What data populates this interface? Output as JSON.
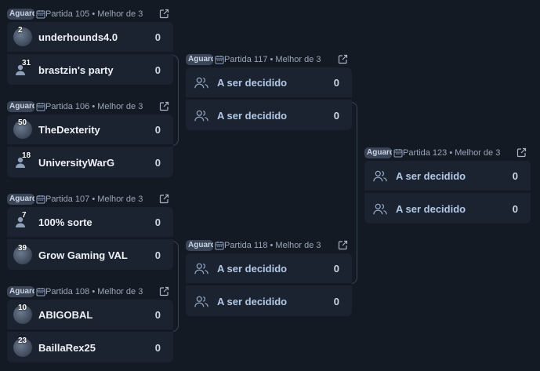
{
  "round1": [
    {
      "badge": "Aguardando",
      "label": "Partida 105 • Melhor de 3",
      "teams": [
        {
          "name": "underhounds4.0",
          "seed": "2",
          "score": "0",
          "avatar": "logo"
        },
        {
          "name": "brastzin's party",
          "seed": "31",
          "score": "0",
          "avatar": "user-icon"
        }
      ]
    },
    {
      "badge": "Aguardando",
      "label": "Partida 106 • Melhor de 3",
      "teams": [
        {
          "name": "TheDexterity",
          "seed": "50",
          "score": "0",
          "avatar": "logo"
        },
        {
          "name": "UniversityWarG",
          "seed": "18",
          "score": "0",
          "avatar": "user-icon"
        }
      ]
    },
    {
      "badge": "Aguardando",
      "label": "Partida 107 • Melhor de 3",
      "teams": [
        {
          "name": "100% sorte",
          "seed": "7",
          "score": "0",
          "avatar": "user-icon"
        },
        {
          "name": "Grow Gaming VAL",
          "seed": "39",
          "score": "0",
          "avatar": "logo"
        }
      ]
    },
    {
      "badge": "Aguardando",
      "label": "Partida 108 • Melhor de 3",
      "teams": [
        {
          "name": "ABIGOBAL",
          "seed": "10",
          "score": "0",
          "avatar": "logo"
        },
        {
          "name": "BaillaRex25",
          "seed": "23",
          "score": "0",
          "avatar": "logo"
        }
      ]
    }
  ],
  "round2": [
    {
      "badge": "Aguardando",
      "label": "Partida 117 • Melhor de 3",
      "teams": [
        {
          "name": "A ser decidido",
          "score": "0"
        },
        {
          "name": "A ser decidido",
          "score": "0"
        }
      ]
    },
    {
      "badge": "Aguardando",
      "label": "Partida 118 • Melhor de 3",
      "teams": [
        {
          "name": "A ser decidido",
          "score": "0"
        },
        {
          "name": "A ser decidido",
          "score": "0"
        }
      ]
    }
  ],
  "round3": [
    {
      "badge": "Aguardando",
      "label": "Partida 123 • Melhor de 3",
      "teams": [
        {
          "name": "A ser decidido",
          "score": "0"
        },
        {
          "name": "A ser decidido",
          "score": "0"
        }
      ]
    }
  ],
  "icons": {
    "calendar": "calendar-icon",
    "external": "external-link-icon",
    "user": "user-icon",
    "group": "users-icon"
  },
  "colors": {
    "background": "#141a24",
    "card": "#1b2330",
    "badge": "#3a4658",
    "tbd_text": "#b3c8e6"
  }
}
